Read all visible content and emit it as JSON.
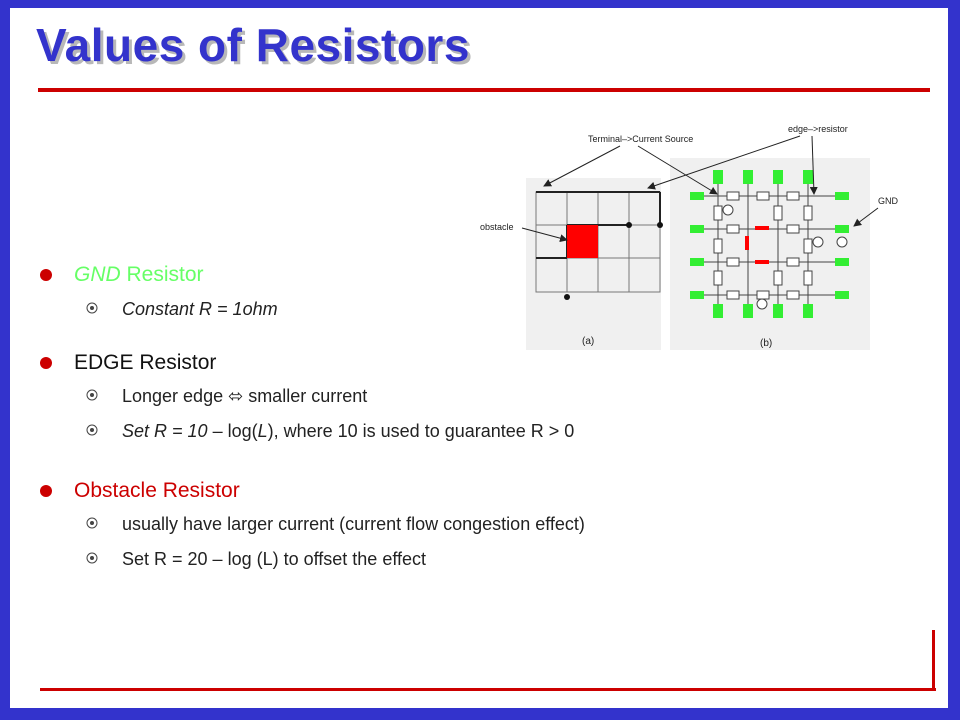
{
  "slide": {
    "title": "Values of Resistors"
  },
  "figure": {
    "label_terminal": "Terminal–>Current Source",
    "label_edge": "edge–>resistor",
    "label_obstacle": "obstacle",
    "label_gnd": "GND",
    "caption_a": "(a)",
    "caption_b": "(b)"
  },
  "bullets": [
    {
      "head_italic": "GND",
      "head_rest": " Resistor",
      "subs": [
        {
          "text": "Constant R = 1ohm"
        }
      ]
    },
    {
      "head": "EDGE Resistor",
      "subs": [
        {
          "before": "Longer edge ",
          "symbol": "⬄",
          "after": " smaller current"
        },
        {
          "italic": "Set R = 10",
          "mid": " – log(",
          "italic2": "L",
          "rest": "), where 10 is used to guarantee R > 0"
        }
      ]
    },
    {
      "head": "Obstacle Resistor",
      "subs": [
        {
          "text": "usually have larger current (current flow congestion effect)"
        },
        {
          "text": "Set R =  20 – log (L) to offset the effect"
        }
      ]
    }
  ],
  "colors": {
    "frame": "#3333cc",
    "rule": "#cc0000",
    "gnd": "#66ff66",
    "obstacle": "#cc0000"
  }
}
